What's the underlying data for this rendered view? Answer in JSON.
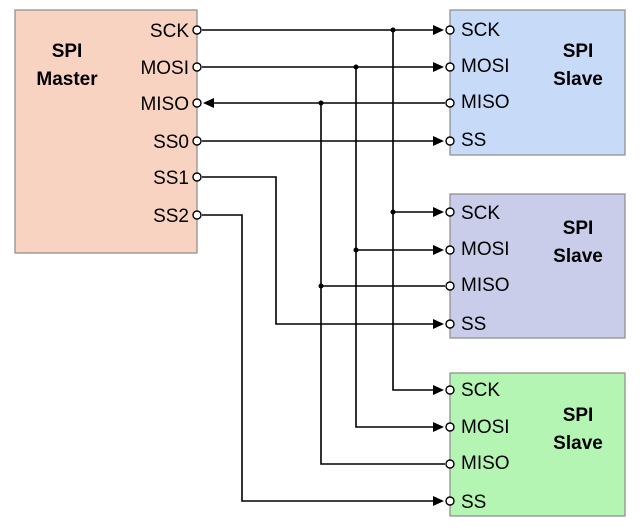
{
  "master": {
    "title_line1": "SPI",
    "title_line2": "Master",
    "color": "#f8d3c2",
    "pins": [
      "SCK",
      "MOSI",
      "MISO",
      "SS0",
      "SS1",
      "SS2"
    ]
  },
  "slaves": [
    {
      "title_line1": "SPI",
      "title_line2": "Slave",
      "color": "#c7daf8",
      "pins": [
        "SCK",
        "MOSI",
        "MISO",
        "SS"
      ]
    },
    {
      "title_line1": "SPI",
      "title_line2": "Slave",
      "color": "#cacdea",
      "pins": [
        "SCK",
        "MOSI",
        "MISO",
        "SS"
      ]
    },
    {
      "title_line1": "SPI",
      "title_line2": "Slave",
      "color": "#b5f5b3",
      "pins": [
        "SCK",
        "MOSI",
        "MISO",
        "SS"
      ]
    }
  ],
  "colors": {
    "wire": "#000000",
    "border": "#8a8a8a"
  }
}
